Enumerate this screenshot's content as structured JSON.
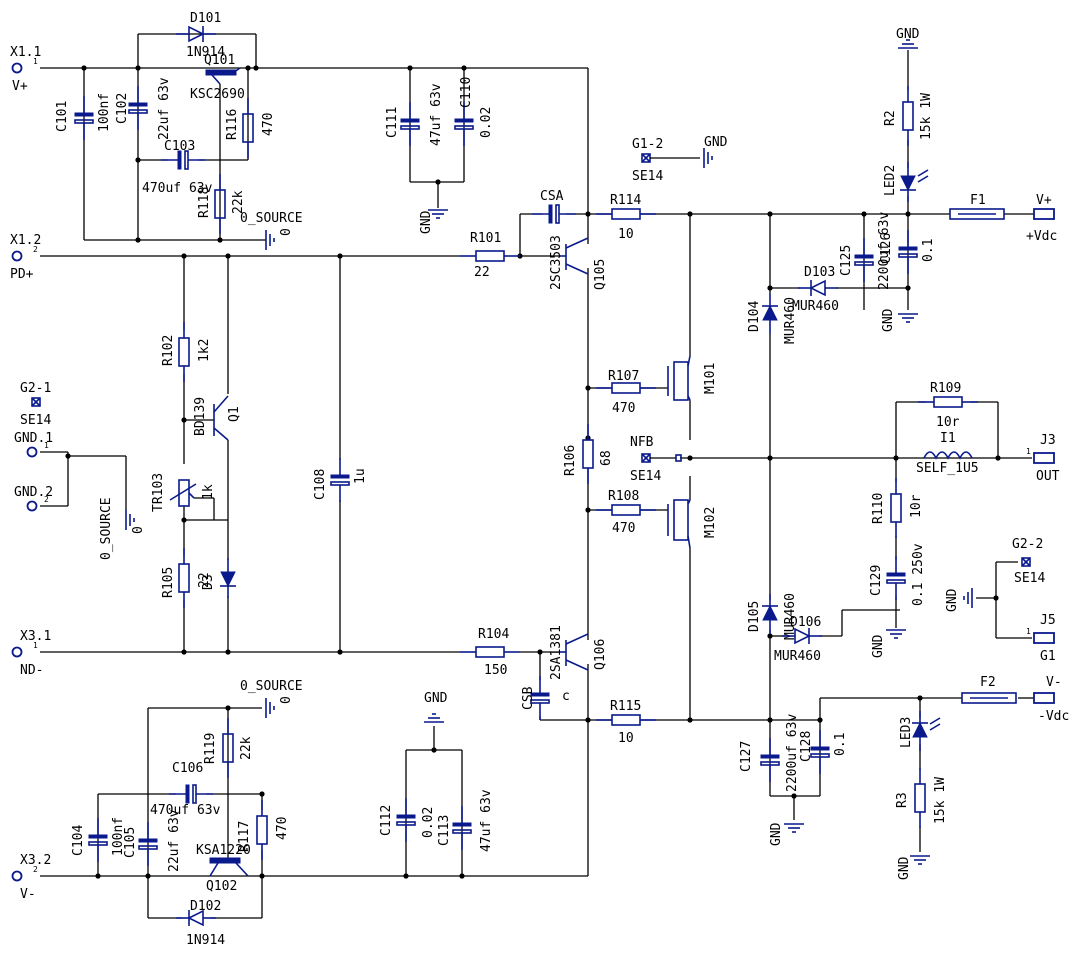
{
  "connectors": [
    {
      "id": "X1.1",
      "net": "V+",
      "pin": "1"
    },
    {
      "id": "X1.2",
      "net": "PD+",
      "pin": "2"
    },
    {
      "id": "GND.1",
      "net": "",
      "pin": "1"
    },
    {
      "id": "GND.2",
      "net": "",
      "pin": "2"
    },
    {
      "id": "X3.1",
      "net": "ND-",
      "pin": "1"
    },
    {
      "id": "X3.2",
      "net": "V-",
      "pin": "2"
    },
    {
      "id": "J3",
      "net": "OUT",
      "pin": "1"
    },
    {
      "id": "J5",
      "net": "G1",
      "pin": "1"
    }
  ],
  "testpoints": [
    {
      "id": "G1-2",
      "type": "SE14"
    },
    {
      "id": "G2-1",
      "type": "SE14"
    },
    {
      "id": "NFB",
      "type": "SE14"
    },
    {
      "id": "G2-2",
      "type": "SE14"
    }
  ],
  "resistors": [
    {
      "ref": "R116",
      "value": "470"
    },
    {
      "ref": "R118",
      "value": "22k"
    },
    {
      "ref": "R101",
      "value": "22"
    },
    {
      "ref": "R102",
      "value": "1k2"
    },
    {
      "ref": "R104",
      "value": "150"
    },
    {
      "ref": "R105",
      "value": "22"
    },
    {
      "ref": "R119",
      "value": "22k"
    },
    {
      "ref": "R117",
      "value": "470"
    },
    {
      "ref": "R114",
      "value": "10"
    },
    {
      "ref": "R107",
      "value": "470"
    },
    {
      "ref": "R106",
      "value": "68"
    },
    {
      "ref": "R108",
      "value": "470"
    },
    {
      "ref": "R115",
      "value": "10"
    },
    {
      "ref": "R2",
      "value": "15k 1W"
    },
    {
      "ref": "R3",
      "value": "15k 1W"
    },
    {
      "ref": "R109",
      "value": "10r"
    },
    {
      "ref": "R110",
      "value": "10r"
    }
  ],
  "capacitors": [
    {
      "ref": "C101",
      "value": "100nf"
    },
    {
      "ref": "C102",
      "value": "22uf 63v"
    },
    {
      "ref": "C103",
      "value": "470uf 63v"
    },
    {
      "ref": "C111",
      "value": "47uf 63v"
    },
    {
      "ref": "C110",
      "value": "0.02"
    },
    {
      "ref": "C108",
      "value": "1u"
    },
    {
      "ref": "CSA",
      "value": ""
    },
    {
      "ref": "CSB",
      "value": "c"
    },
    {
      "ref": "C104",
      "value": "100nf"
    },
    {
      "ref": "C105",
      "value": "22uf 63v"
    },
    {
      "ref": "C106",
      "value": "470uf 63v"
    },
    {
      "ref": "C112",
      "value": "0.02"
    },
    {
      "ref": "C113",
      "value": "47uf 63v"
    },
    {
      "ref": "C125",
      "value": "2200uf 63v"
    },
    {
      "ref": "C126",
      "value": "0.1"
    },
    {
      "ref": "C127",
      "value": "2200uf 63v"
    },
    {
      "ref": "C128",
      "value": "0.1"
    },
    {
      "ref": "C129",
      "value": "0.1 250v"
    }
  ],
  "semiconductors": [
    {
      "ref": "D101",
      "value": "1N914"
    },
    {
      "ref": "D102",
      "value": "1N914"
    },
    {
      "ref": "Q101",
      "value": "KSC2690"
    },
    {
      "ref": "Q102",
      "value": "KSA1220"
    },
    {
      "ref": "Q105",
      "value": "2SC3503"
    },
    {
      "ref": "Q106",
      "value": "2SA1381"
    },
    {
      "ref": "Q1",
      "value": "BD139"
    },
    {
      "ref": "D3",
      "value": ""
    },
    {
      "ref": "M101",
      "value": ""
    },
    {
      "ref": "M102",
      "value": ""
    },
    {
      "ref": "D103",
      "value": "MUR460"
    },
    {
      "ref": "D104",
      "value": "MUR460"
    },
    {
      "ref": "D105",
      "value": "MUR460"
    },
    {
      "ref": "D106",
      "value": "MUR460"
    },
    {
      "ref": "LED2",
      "value": ""
    },
    {
      "ref": "LED3",
      "value": ""
    }
  ],
  "misc": {
    "trimmer": {
      "ref": "TR103",
      "value": "1k"
    },
    "inductor": {
      "ref": "I1",
      "value": "SELF_1U5"
    },
    "fuse1": {
      "ref": "F1",
      "net": "V+",
      "label": "+Vdc"
    },
    "fuse2": {
      "ref": "F2",
      "net": "V-",
      "label": "-Vdc"
    },
    "gnd": "GND",
    "src_gnd": "0_SOURCE",
    "zero": "0"
  },
  "colors": {
    "wire": "#000000",
    "symbol": "#0a1a8c",
    "background": "#ffffff"
  }
}
